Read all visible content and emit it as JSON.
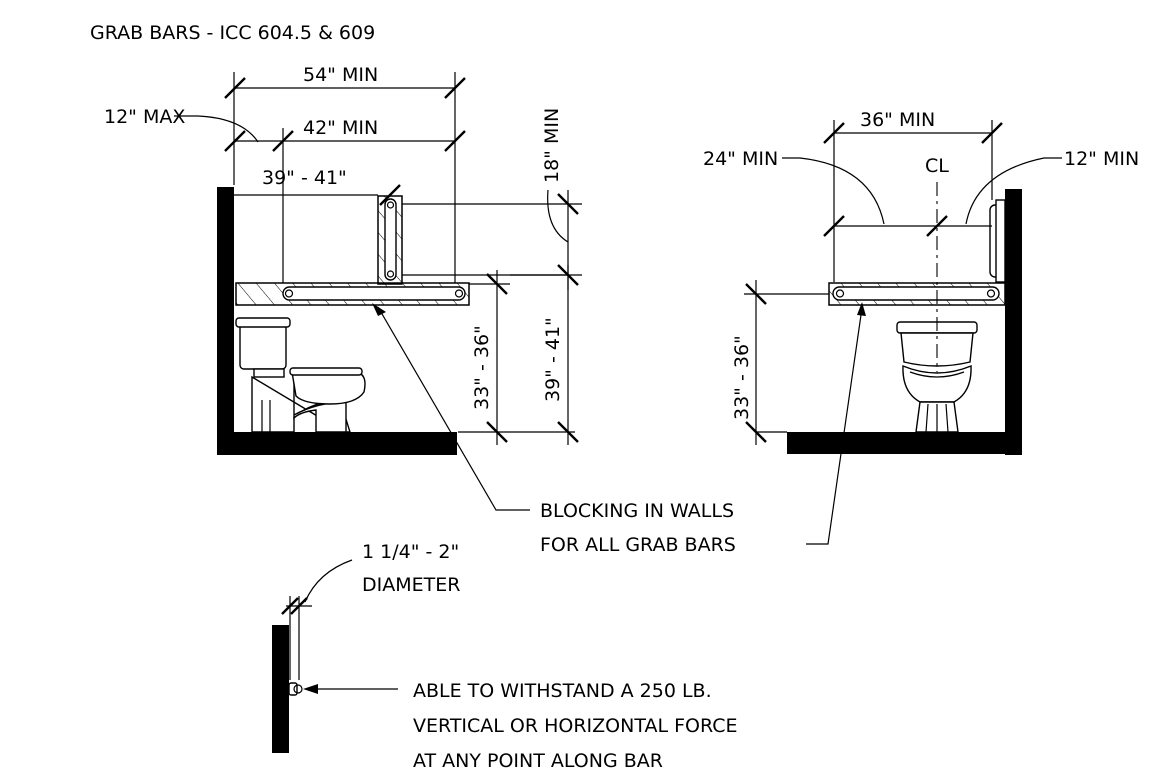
{
  "title": "GRAB BARS - ICC 604.5 & 609",
  "side_view": {
    "dim_54": "54\" MIN",
    "dim_12max": "12\" MAX",
    "dim_42": "42\" MIN",
    "dim_39_41_top": "39\" - 41\"",
    "dim_18": "18\" MIN",
    "dim_33_36": "33\" - 36\"",
    "dim_39_41_vert": "39\" - 41\""
  },
  "rear_view": {
    "dim_36": "36\" MIN",
    "dim_24": "24\" MIN",
    "dim_12": "12\" MIN",
    "centerline": "CL",
    "dim_33_36": "33\" - 36\""
  },
  "blocking_note": [
    "BLOCKING IN WALLS",
    "FOR ALL GRAB BARS"
  ],
  "detail": {
    "diameter": [
      "1 1/4\" - 2\"",
      "DIAMETER"
    ],
    "force_note": [
      "ABLE TO WITHSTAND A 250 LB.",
      "VERTICAL OR HORIZONTAL FORCE",
      "AT ANY POINT ALONG BAR"
    ]
  }
}
